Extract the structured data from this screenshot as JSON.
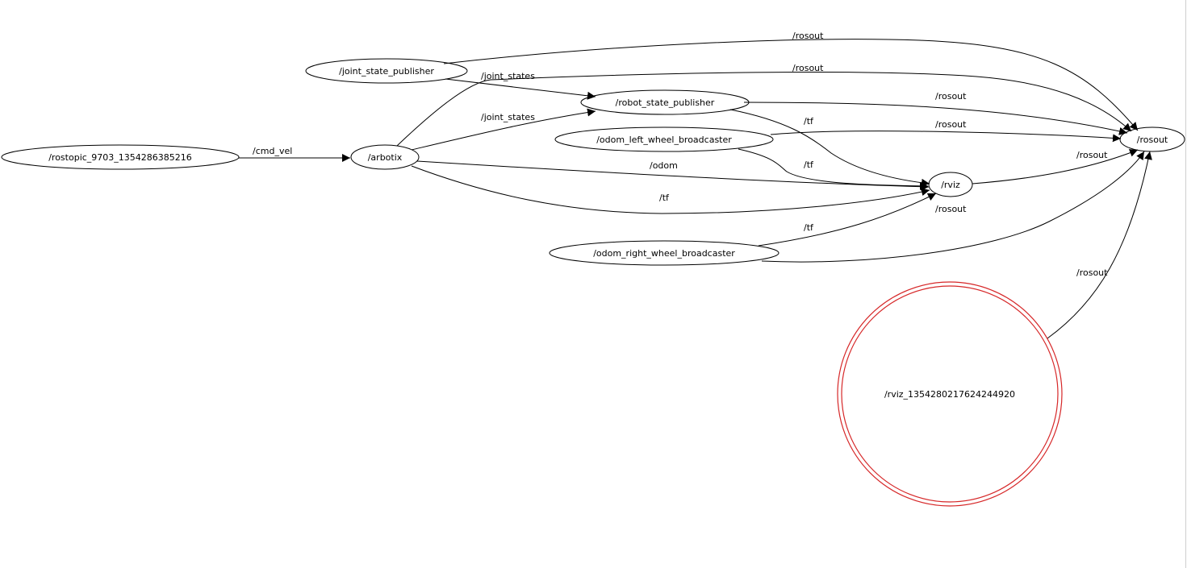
{
  "graph": {
    "colors": {
      "edge": "#000000",
      "node_border": "#000000",
      "highlight_border": "#d62728",
      "background": "#ffffff"
    },
    "nodes": [
      {
        "id": "rostopic",
        "label": "/rostopic_9703_1354286385216"
      },
      {
        "id": "arbotix",
        "label": "/arbotix"
      },
      {
        "id": "joint_state_publisher",
        "label": "/joint_state_publisher"
      },
      {
        "id": "robot_state_publisher",
        "label": "/robot_state_publisher"
      },
      {
        "id": "odom_left",
        "label": "/odom_left_wheel_broadcaster"
      },
      {
        "id": "odom_right",
        "label": "/odom_right_wheel_broadcaster"
      },
      {
        "id": "rviz",
        "label": "/rviz"
      },
      {
        "id": "rosout",
        "label": "/rosout"
      },
      {
        "id": "rviz_big",
        "label": "/rviz_1354280217624244920",
        "highlighted": true
      }
    ],
    "edges": [
      {
        "from": "rostopic",
        "to": "arbotix",
        "label": "/cmd_vel"
      },
      {
        "from": "joint_state_publisher",
        "to": "rosout",
        "label": "/rosout"
      },
      {
        "from": "arbotix",
        "to": "rosout",
        "label": "/rosout"
      },
      {
        "from": "arbotix",
        "to": "robot_state_publisher",
        "label": "/joint_states"
      },
      {
        "from": "joint_state_publisher",
        "to": "robot_state_publisher",
        "label": "/joint_states"
      },
      {
        "from": "robot_state_publisher",
        "to": "rosout",
        "label": "/rosout"
      },
      {
        "from": "robot_state_publisher",
        "to": "rviz",
        "label": "/tf"
      },
      {
        "from": "odom_left",
        "to": "rosout",
        "label": "/rosout"
      },
      {
        "from": "odom_left",
        "to": "rviz",
        "label": "/tf"
      },
      {
        "from": "arbotix",
        "to": "rviz",
        "label": "/odom"
      },
      {
        "from": "arbotix",
        "to": "rviz",
        "label": "/tf"
      },
      {
        "from": "rviz",
        "to": "rosout",
        "label": "/rosout"
      },
      {
        "from": "odom_right",
        "to": "rviz",
        "label": "/tf"
      },
      {
        "from": "odom_right",
        "to": "rosout",
        "label": "/rosout"
      },
      {
        "from": "rviz_big",
        "to": "rosout",
        "label": "/rosout"
      }
    ]
  }
}
